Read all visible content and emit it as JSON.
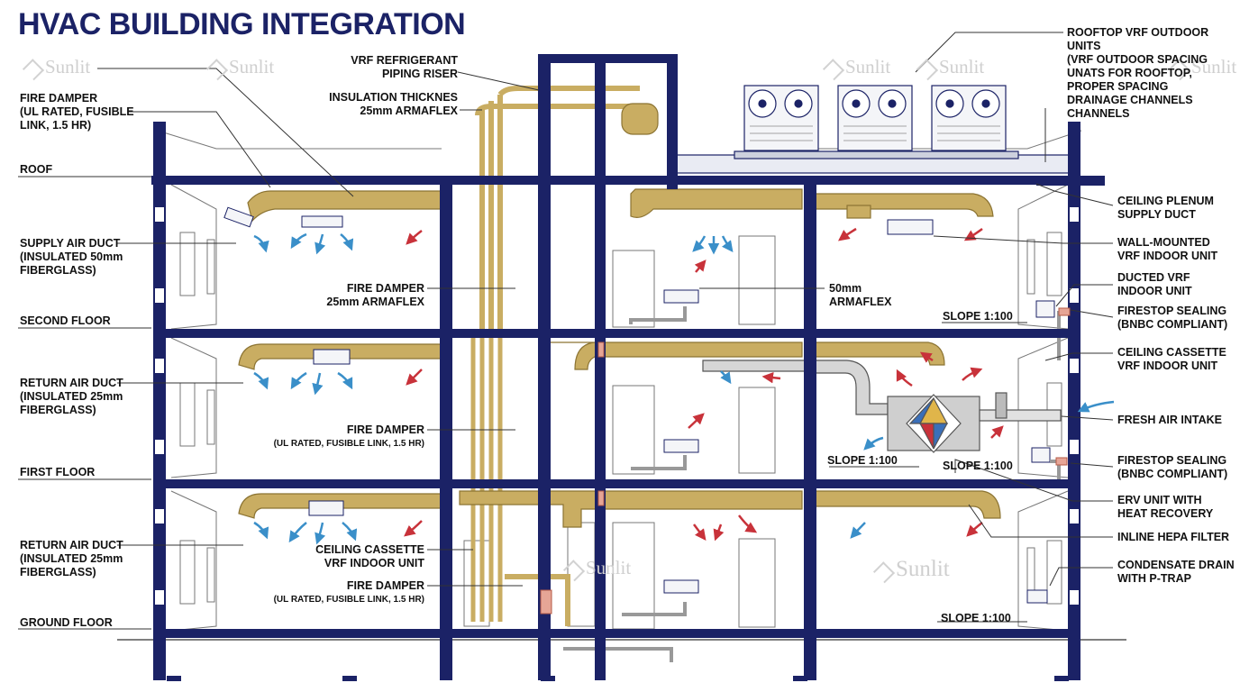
{
  "title": "HVAC BUILDING INTEGRATION",
  "watermark": "Sunlit",
  "labels": {
    "roof": "ROOF",
    "second_floor": "SECOND FLOOR",
    "first_floor": "FIRST FLOOR",
    "ground_floor": "GROUND FLOOR",
    "fire_damper_top": [
      "FIRE DAMPER",
      "(UL RATED, FUSIBLE",
      "LINK, 1.5 HR)"
    ],
    "supply_air_duct": [
      "SUPPLY AIR DUCT",
      "(INSULATED 50mm",
      "FIBERGLASS)"
    ],
    "return_air_duct_1": [
      "RETURN AIR DUCT",
      "(INSULATED 25mm",
      "FIBERGLASS)"
    ],
    "return_air_duct_2": [
      "RETURN AIR DUCT",
      "(INSULATED 25mm",
      "FIBERGLASS)"
    ],
    "vrf_riser": [
      "VRF REFRIGERANT",
      "PIPING RISER"
    ],
    "insulation": [
      "INSULATION THICKNES",
      "25mm ARMAFLEX"
    ],
    "fire_damper_mid": [
      "FIRE DAMPER",
      "25mm ARMAFLEX"
    ],
    "fire_damper_low_title": "FIRE DAMPER",
    "fire_damper_low_sub": "(UL RATED, FUSIBLE LINK, 1.5 HR)",
    "ceiling_cassette_left": [
      "CEILING CASSETTE",
      "VRF INDOOR UNIT"
    ],
    "fire_damper_ground_title": "FIRE DAMPER",
    "fire_damper_ground_sub": "(UL RATED, FUSIBLE LINK, 1.5 HR)",
    "armaflex_50": [
      "50mm",
      "ARMAFLEX"
    ],
    "rooftop": [
      "ROOFTOP VRF OUTDOOR",
      "UNITS",
      "(VRF OUTDOOR SPACING",
      "UNATS FOR ROOFTOP,",
      "PROPER SPACING",
      "DRAINAGE CHANNELS",
      "CHANNELS"
    ],
    "ceiling_plenum": [
      "CEILING PLENUM",
      "SUPPLY DUCT"
    ],
    "wall_mounted": [
      "WALL-MOUNTED",
      "VRF INDOOR UNIT"
    ],
    "ducted_vrf": [
      "DUCTED VRF",
      "INDOOR UNIT"
    ],
    "firestop_1": [
      "FIRESTOP SEALING",
      "(BNBC COMPLIANT)"
    ],
    "ceiling_cassette_right": [
      "CEILING CASSETTE",
      "VRF INDOOR UNIT"
    ],
    "fresh_air": "FRESH AIR INTAKE",
    "firestop_2": [
      "FIRESTOP SEALING",
      "(BNBC COMPLIANT)"
    ],
    "erv_unit": [
      "ERV UNIT WITH",
      "HEAT RECOVERY"
    ],
    "hepa": "INLINE HEPA FILTER",
    "condensate": [
      "CONDENSATE DRAIN",
      "WITH P-TRAP"
    ],
    "slope_2nd": "SLOPE 1:100",
    "slope_1st_a": "SLOPE 1:100",
    "slope_1st_b": "SLOPE 1:100",
    "slope_ground": "SLOPE 1:100"
  },
  "colors": {
    "structure": "#1b2266",
    "duct": "#c9ad62",
    "duct_edge": "#8c7433",
    "supply_arrow": "#3a8fc9",
    "return_arrow": "#c8323a",
    "title": "#1b2266"
  }
}
